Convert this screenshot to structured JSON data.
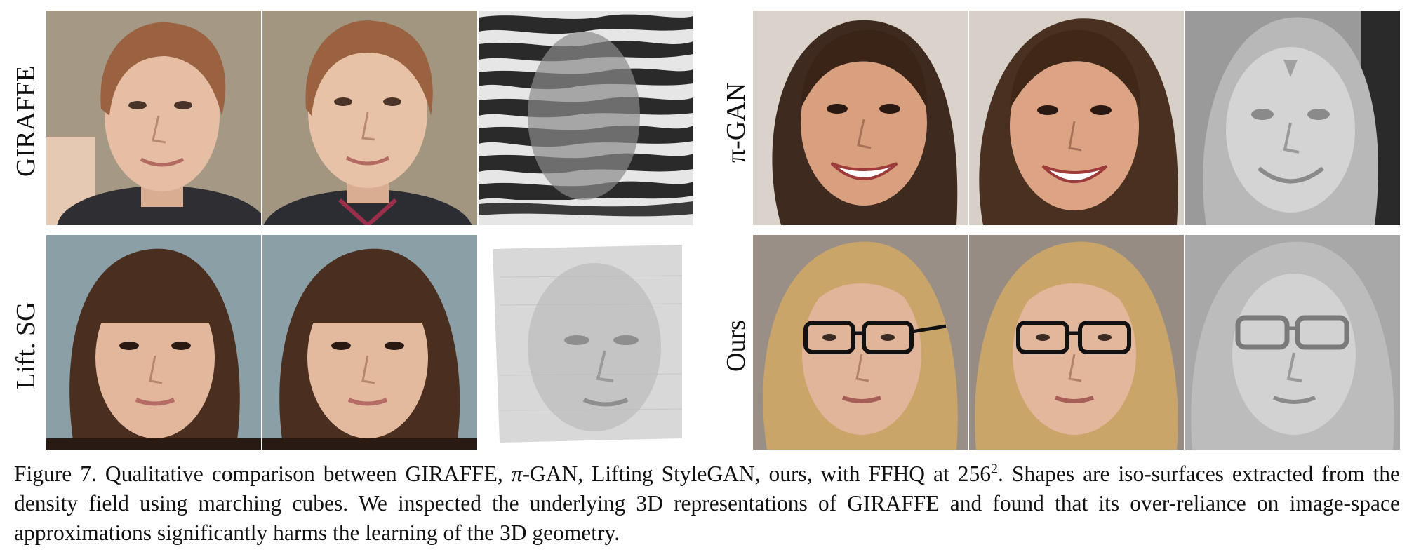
{
  "figure": {
    "methods": [
      {
        "key": "giraffe",
        "label": "GIRAFFE"
      },
      {
        "key": "pigan",
        "label": "π-GAN"
      },
      {
        "key": "liftsg",
        "label": "Lift. SG"
      },
      {
        "key": "ours",
        "label": "Ours"
      }
    ],
    "panel_types": [
      "rendered image view 1",
      "rendered image view 2",
      "extracted shape (iso-surface)"
    ]
  },
  "caption": {
    "figure_number": "Figure 7.",
    "part1": "Qualitative comparison between GIRAFFE,",
    "pi_symbol": "π",
    "part2": "-GAN, Lifting StyleGAN, ours, with FFHQ at 256",
    "superscript": "2",
    "part3": ". Shapes are iso-surfaces extracted from the density field using marching cubes. We inspected the underlying 3D representations of GIRAFFE and found that its over-reliance on image-space approximations significantly harms the learning of the 3D geometry."
  },
  "colors": {
    "skin_light": "#e8c2a6",
    "skin_warm": "#d9a07f",
    "hair_auburn": "#8a5a3a",
    "hair_dark": "#3a2418",
    "hair_blonde": "#c9a56a",
    "shape_gray": "#c8c8c8"
  }
}
